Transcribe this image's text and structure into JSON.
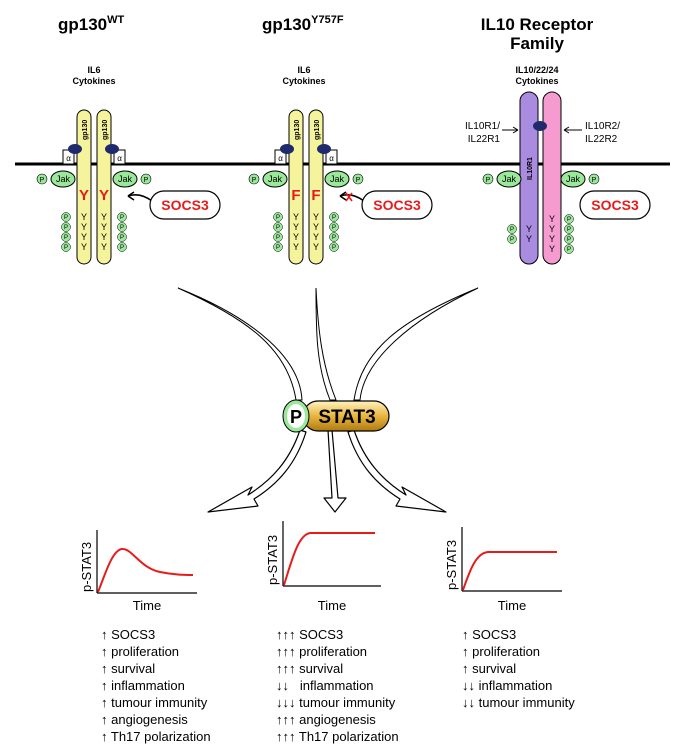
{
  "headers": {
    "wt": {
      "main": "gp130",
      "sup": "WT"
    },
    "mut": {
      "main": "gp130",
      "sup": "Y757F"
    },
    "il10": {
      "line1": "IL10 Receptor",
      "line2": "Family"
    }
  },
  "cytokines": {
    "wt": {
      "line1": "IL6",
      "line2": "Cytokines"
    },
    "mut": {
      "line1": "IL6",
      "line2": "Cytokines"
    },
    "il10": {
      "line1": "IL10/22/24",
      "line2": "Cytokines"
    }
  },
  "receptor": {
    "gp130": "gp130",
    "alpha": "α",
    "jak": "Jak",
    "p": "P",
    "y": "Y",
    "f": "F",
    "il10r1": "IL10R1",
    "left_label": {
      "line1": "IL10R1/",
      "line2": "IL22R1"
    },
    "right_label": {
      "line1": "IL10R2/",
      "line2": "IL22R2"
    }
  },
  "socs3": "SOCS3",
  "stat3": {
    "p": "P",
    "label": "STAT3"
  },
  "graphs": {
    "ylabel": "p-STAT3",
    "xlabel": "Time"
  },
  "outcomes": {
    "wt": [
      "↑ SOCS3",
      "↑ proliferation",
      "↑ survival",
      "↑ inflammation",
      "↑ tumour immunity",
      "↑ angiogenesis",
      "↑ Th17 polarization"
    ],
    "mut": [
      "↑↑↑ SOCS3",
      "↑↑↑ proliferation",
      "↑↑↑ survival",
      "↓↓   inflammation",
      "↓↓↓ tumour immunity",
      "↑↑↑ angiogenesis",
      "↑↑↑ Th17 polarization"
    ],
    "il10": [
      "↑ SOCS3",
      "↑ proliferation",
      "↑ survival",
      "↓↓ inflammation",
      "↓↓ tumour immunity"
    ]
  },
  "colors": {
    "yellow": "#f5f39c",
    "green": "#9be89b",
    "purple": "#a98be0",
    "pink": "#f59bd0",
    "red": "#e81b1b",
    "navy": "#1f2a6e",
    "stat_gold": "#e0b23c"
  }
}
